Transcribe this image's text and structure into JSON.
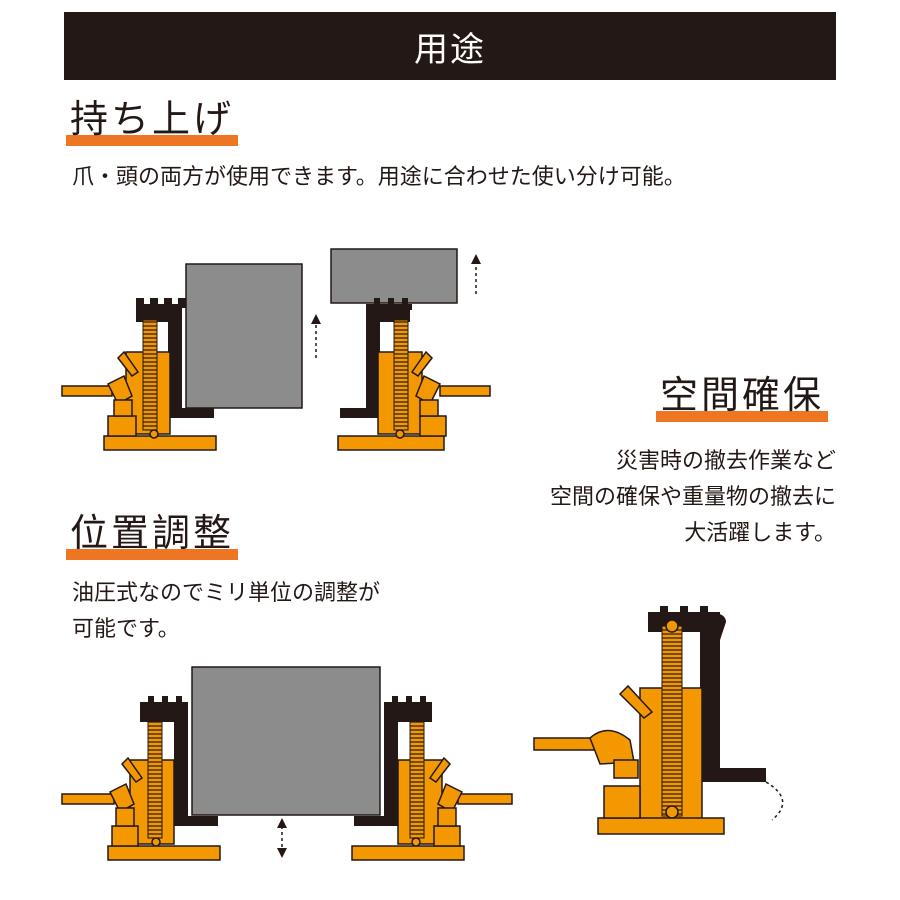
{
  "banner": {
    "title": "用途"
  },
  "lift": {
    "heading": "持ち上げ",
    "desc": "爪・頭の両方が使用できます。用途に合わせた使い分け可能。"
  },
  "space": {
    "heading": "空間確保",
    "lines": [
      "災害時の撤去作業など",
      "空間の確保や重量物の撤去に",
      "大活躍します。"
    ]
  },
  "position": {
    "heading": "位置調整",
    "lines": [
      "油圧式なのでミリ単位の調整が",
      "可能です。"
    ]
  },
  "colors": {
    "accent": "#ee7623",
    "jack_body": "#f39800",
    "jack_outline": "#231815",
    "claw": "#231815",
    "load": "#8c8c8c",
    "banner_bg": "#231815"
  }
}
